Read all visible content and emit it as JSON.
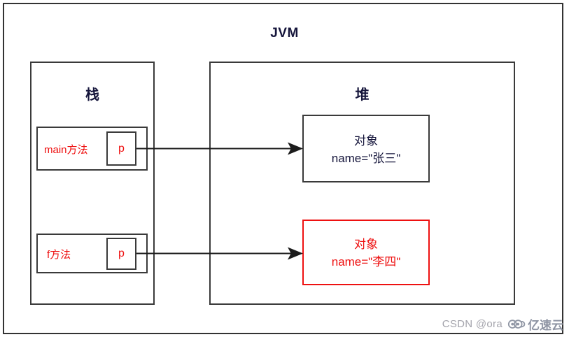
{
  "diagram": {
    "title": "JVM",
    "colors": {
      "navy": "#16163c",
      "red": "#ee1111",
      "border": "#3a3a3a",
      "watermark": "#9a9aa2"
    },
    "regions": {
      "stack": {
        "label": "栈"
      },
      "heap": {
        "label": "堆"
      }
    },
    "stack_frames": [
      {
        "method_label": "main方法",
        "slot_label": "p"
      },
      {
        "method_label": "f方法",
        "slot_label": "p"
      }
    ],
    "heap_objects": [
      {
        "line1": "对象",
        "line2": "name=\"张三\"",
        "color": "navy"
      },
      {
        "line1": "对象",
        "line2": "name=\"李四\"",
        "color": "red"
      }
    ],
    "arrows": [
      {
        "from": "main方法.p",
        "to": "对象 name=\"张三\""
      },
      {
        "from": "f方法.p",
        "to": "对象 name=\"李四\""
      }
    ]
  },
  "watermark": {
    "csdn": "CSDN @ora",
    "brand": "亿速云"
  }
}
